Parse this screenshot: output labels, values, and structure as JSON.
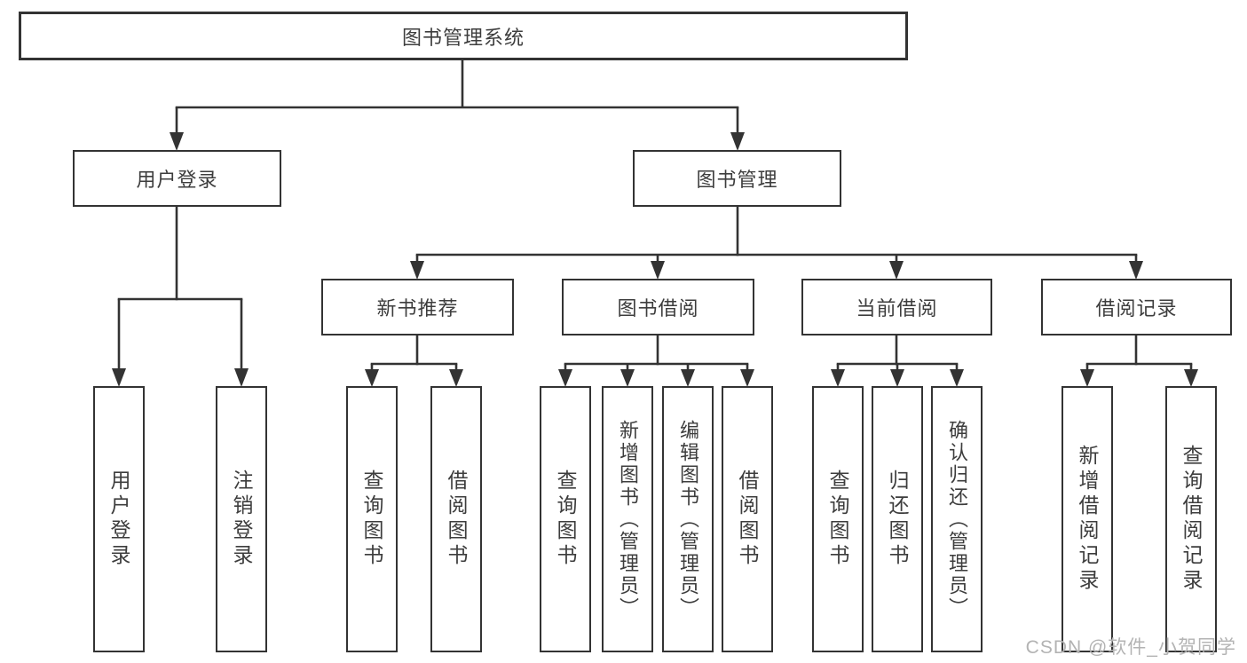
{
  "diagram": {
    "root": {
      "label": "图书管理系统"
    },
    "branches": [
      {
        "label": "用户登录",
        "children": [
          {
            "label": "用户登录"
          },
          {
            "label": "注销登录"
          }
        ]
      },
      {
        "label": "图书管理",
        "children": [
          {
            "label": "新书推荐",
            "children": [
              {
                "label": "查询图书"
              },
              {
                "label": "借阅图书"
              }
            ]
          },
          {
            "label": "图书借阅",
            "children": [
              {
                "label": "查询图书"
              },
              {
                "label": "新增图书（管理员）"
              },
              {
                "label": "编辑图书（管理员）"
              },
              {
                "label": "借阅图书"
              }
            ]
          },
          {
            "label": "当前借阅",
            "children": [
              {
                "label": "查询图书"
              },
              {
                "label": "归还图书"
              },
              {
                "label": "确认归还（管理员）"
              }
            ]
          },
          {
            "label": "借阅记录",
            "children": [
              {
                "label": "新增借阅记录"
              },
              {
                "label": "查询借阅记录"
              }
            ]
          }
        ]
      }
    ]
  },
  "watermark": {
    "text": "CSDN @软件_小贺同学"
  },
  "colors": {
    "line": "#333333",
    "box_border": "#333333",
    "text": "#3d3d3d",
    "watermark": "#b3b3b3",
    "background": "#ffffff"
  }
}
